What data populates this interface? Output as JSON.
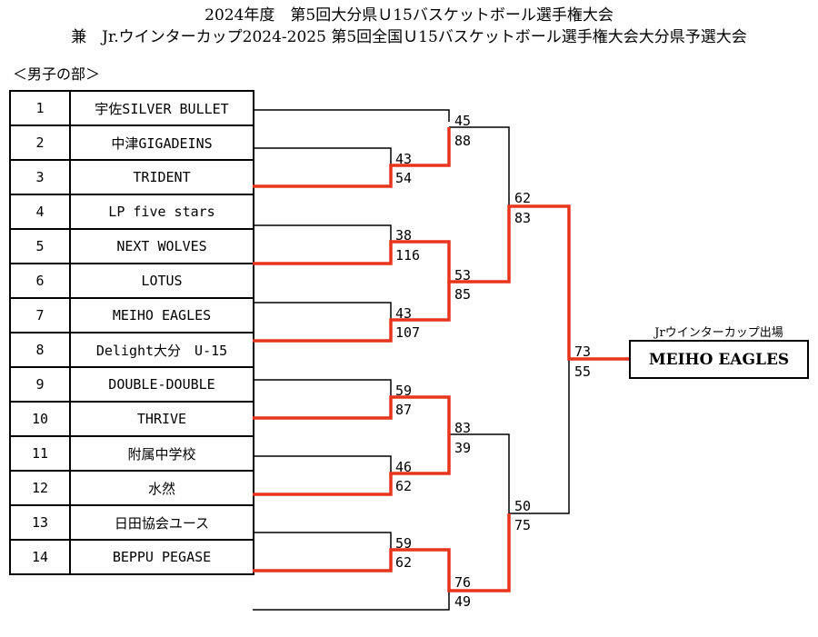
{
  "title": {
    "line1": "2024年度　第5回大分県Ｕ15バスケットボール選手権大会",
    "line2": "兼　Jr.ウインターカップ2024-2025 第5回全国Ｕ15バスケットボール選手権大会大分県予選大会"
  },
  "section": "＜男子の部＞",
  "teams": [
    {
      "no": "1",
      "name": "宇佐SILVER BULLET"
    },
    {
      "no": "2",
      "name": "中津GIGADEINS"
    },
    {
      "no": "3",
      "name": "TRIDENT"
    },
    {
      "no": "4",
      "name": "LP five stars"
    },
    {
      "no": "5",
      "name": "NEXT WOLVES"
    },
    {
      "no": "6",
      "name": "LOTUS"
    },
    {
      "no": "7",
      "name": "MEIHO EAGLES"
    },
    {
      "no": "8",
      "name": "Delight大分　U-15"
    },
    {
      "no": "9",
      "name": "DOUBLE-DOUBLE"
    },
    {
      "no": "10",
      "name": "THRIVE"
    },
    {
      "no": "11",
      "name": "附属中学校"
    },
    {
      "no": "12",
      "name": "水然"
    },
    {
      "no": "13",
      "name": "日田協会ユース"
    },
    {
      "no": "14",
      "name": "BEPPU PEGASE"
    }
  ],
  "scores": {
    "r1_a": [
      "43",
      "54"
    ],
    "r1_b": [
      "38",
      "116"
    ],
    "r1_c": [
      "43",
      "107"
    ],
    "r1_d": [
      "59",
      "87"
    ],
    "r1_e": [
      "46",
      "62"
    ],
    "r1_f": [
      "59",
      "62"
    ],
    "qf_a": [
      "45",
      "88"
    ],
    "qf_b": [
      "53",
      "85"
    ],
    "qf_c": [
      "83",
      "39"
    ],
    "qf_d": [
      "76",
      "49"
    ],
    "sf_a": [
      "62",
      "83"
    ],
    "sf_b": [
      "50",
      "75"
    ],
    "final": [
      "73",
      "55"
    ]
  },
  "winner_label": "Jrウインターカップ出場",
  "winner": "MEIHO EAGLES",
  "colors": {
    "win_line": "#e8341c",
    "line": "#000000"
  }
}
